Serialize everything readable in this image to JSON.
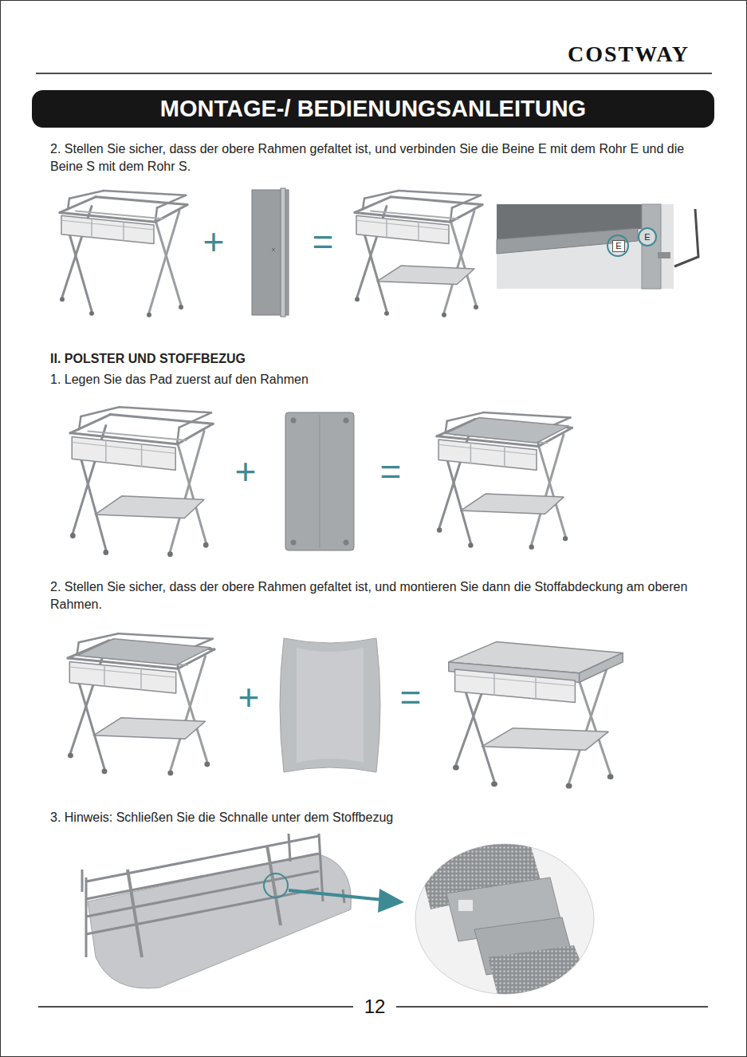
{
  "diagram": {
    "title": "MONTAGE-/ BEDIENUNGSANLEITUNG",
    "labels": [
      "COSTWAY",
      "2. Stellen Sie sicher, dass der obere Rahmen gefaltet ist, und verbinden Sie die Beine E mit dem Rohr E und die Beine S mit dem Rohr S.",
      "+",
      "=",
      "E",
      "E",
      "II. POLSTER UND STOFFBEZUG",
      "1. Legen Sie das Pad zuerst auf den Rahmen",
      "+",
      "=",
      "2. Stellen Sie sicher, dass der obere Rahmen gefaltet ist, und montieren Sie dann die Stoffabdeckung am oberen Rahmen.",
      "+",
      "=",
      "3. Hinweis: Schließen Sie die Schnalle unter dem Stoffbezug",
      "12"
    ]
  }
}
